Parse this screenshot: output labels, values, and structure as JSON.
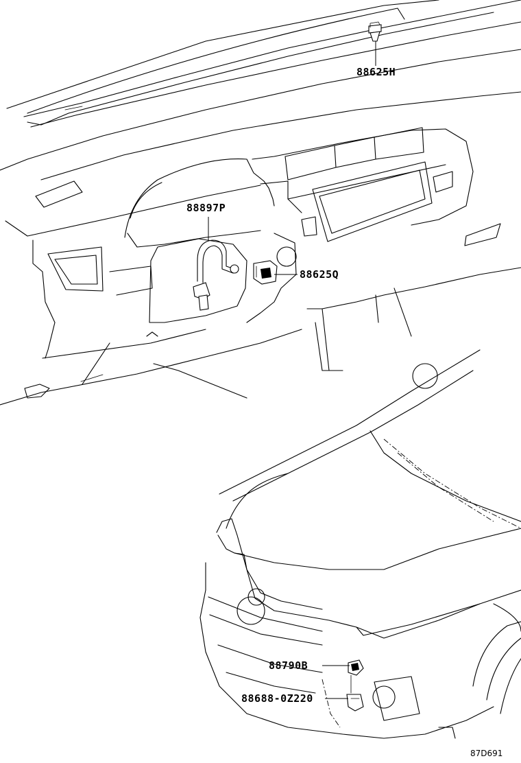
{
  "callouts": {
    "p1": "88625H",
    "p2": "88897P",
    "p3": "88625Q",
    "p4": "88790B",
    "p5": "88688-0Z220"
  },
  "figure_ref": "87D691"
}
